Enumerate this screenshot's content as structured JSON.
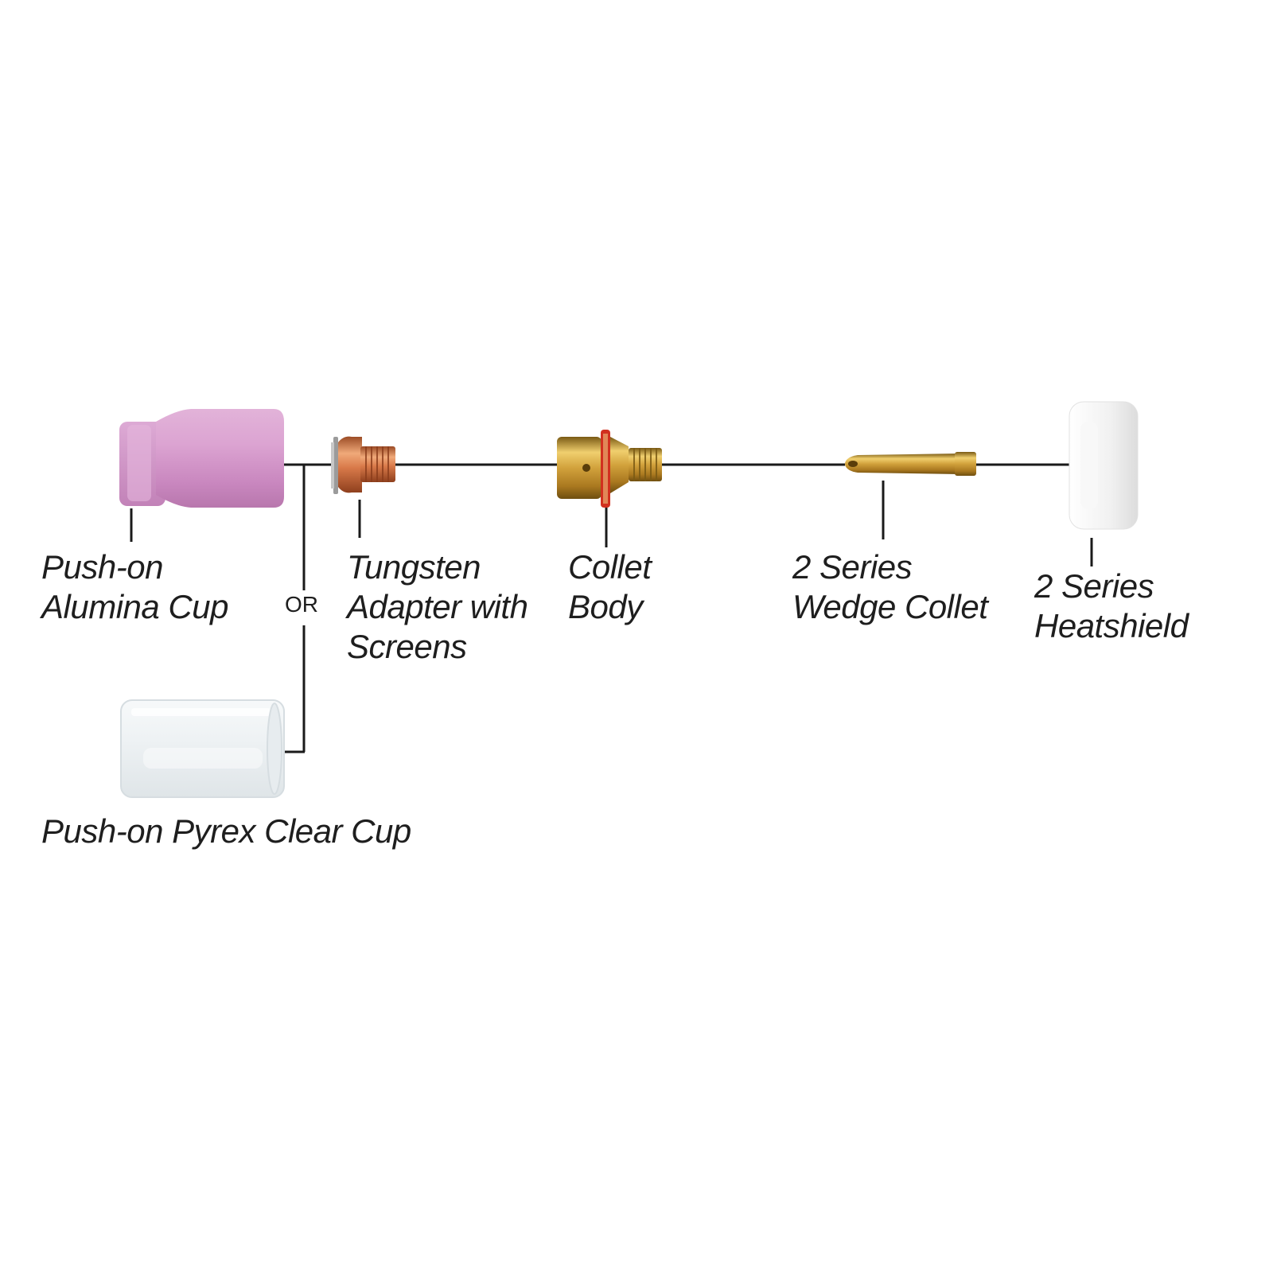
{
  "diagram": {
    "type": "exploded-parts-diagram",
    "parts": [
      {
        "id": "alumina",
        "lines": [
          "Push-on",
          "Alumina Cup"
        ],
        "color": "#d9a0cf"
      },
      {
        "id": "tungsten",
        "lines": [
          "Tungsten",
          "Adapter with",
          "Screens"
        ],
        "color": "#d9855a"
      },
      {
        "id": "collet_body",
        "lines": [
          "Collet",
          "Body"
        ],
        "color": "#c9992f"
      },
      {
        "id": "wedge",
        "lines": [
          "2 Series",
          "Wedge Collet"
        ],
        "color": "#c9a032"
      },
      {
        "id": "heatshield",
        "lines": [
          "2 Series",
          "Heatshield"
        ],
        "color": "#f3f3f3"
      },
      {
        "id": "pyrex",
        "lines": [
          "Push-on Pyrex Clear Cup"
        ],
        "color": "#eef2f4"
      }
    ],
    "alternative_label": "OR",
    "seal_color": "#d1301f",
    "line_color": "#1a1a1a"
  }
}
